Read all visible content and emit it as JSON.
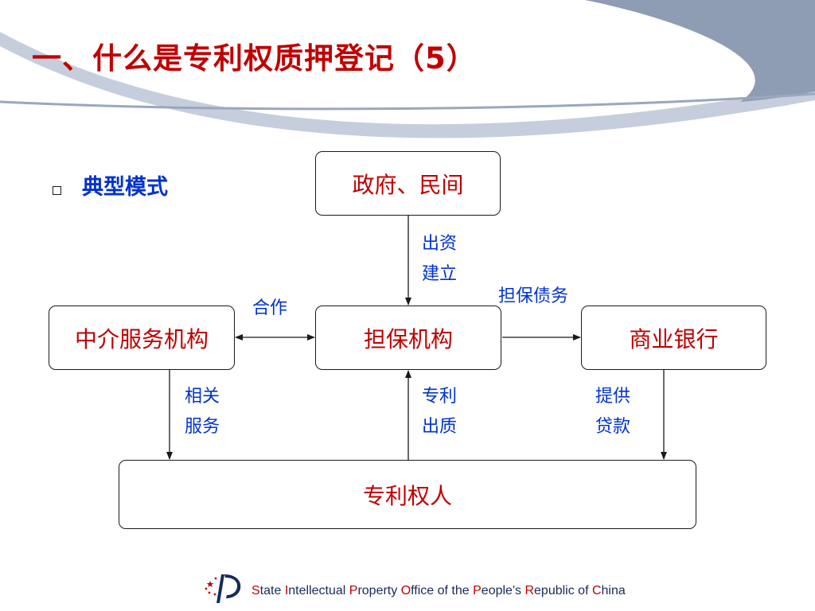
{
  "slide": {
    "title": "一、什么是专利权质押登记（5）",
    "bullet": "典型模式"
  },
  "diagram": {
    "nodes": {
      "government": "政府、民间",
      "broker": "中介服务机构",
      "guarantor": "担保机构",
      "bank": "商业银行",
      "patentee": "专利权人"
    },
    "edge_labels": {
      "invest_line1": "出资",
      "invest_line2": "建立",
      "cooperate": "合作",
      "guarantee_debt": "担保债务",
      "related_line1": "相关",
      "related_line2": "服务",
      "pledge_line1": "专利",
      "pledge_line2": "出质",
      "loan_line1": "提供",
      "loan_line2": "贷款"
    },
    "edges": [
      {
        "from": "government",
        "to": "guarantor",
        "label": "出资建立"
      },
      {
        "from": "broker",
        "to": "guarantor",
        "label": "合作",
        "bidirectional": true
      },
      {
        "from": "guarantor",
        "to": "bank",
        "label": "担保债务"
      },
      {
        "from": "broker",
        "to": "patentee",
        "label": "相关服务"
      },
      {
        "from": "patentee",
        "to": "guarantor",
        "label": "专利出质"
      },
      {
        "from": "bank",
        "to": "patentee",
        "label": "提供贷款"
      }
    ]
  },
  "footer": {
    "words": [
      {
        "initial": "S",
        "rest": "tate "
      },
      {
        "initial": "I",
        "rest": "ntellectual "
      },
      {
        "initial": "P",
        "rest": "roperty "
      },
      {
        "initial": "O",
        "rest": "ffice of the "
      },
      {
        "initial": "P",
        "rest": "eople's "
      },
      {
        "initial": "R",
        "rest": "epublic of "
      },
      {
        "initial": "C",
        "rest": "hina"
      }
    ]
  },
  "colors": {
    "title": "#c00000",
    "bullet_text": "#0033cc",
    "node_text": "#c00000",
    "edge_label": "#0033cc",
    "swoosh_dark": "#8e9cb4",
    "swoosh_light": "#c6cedd"
  }
}
